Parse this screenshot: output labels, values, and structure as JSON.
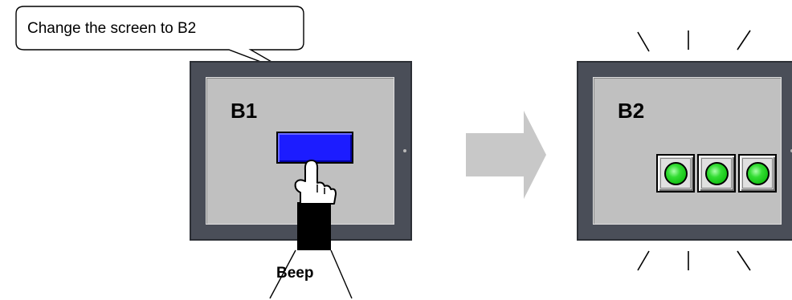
{
  "callout": {
    "text": "Change the screen  to B2"
  },
  "left_panel": {
    "screen_label": "B1"
  },
  "right_panel": {
    "screen_label": "B2",
    "lamp_count": 3,
    "lamp_color": "#22cc22"
  },
  "sound": {
    "text": "Beep"
  },
  "colors": {
    "button_blue": "#1c1cff",
    "panel_frame": "#4a4e58",
    "screen_grey": "#c0c0c0",
    "arrow_grey": "#c8c8c8"
  }
}
